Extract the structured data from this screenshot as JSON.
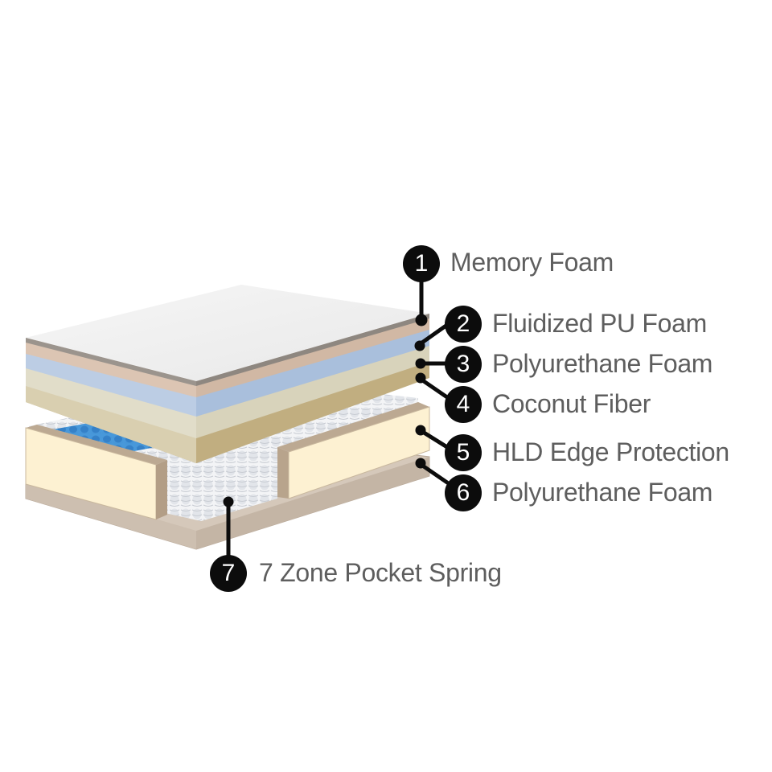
{
  "layers": [
    {
      "number": "1",
      "name": "Memory Foam"
    },
    {
      "number": "2",
      "name": "Fluidized PU Foam"
    },
    {
      "number": "3",
      "name": "Polyurethane Foam"
    },
    {
      "number": "4",
      "name": "Coconut Fiber"
    },
    {
      "number": "5",
      "name": "HLD Edge Protection"
    },
    {
      "number": "6",
      "name": "Polyurethane Foam"
    },
    {
      "number": "7",
      "name": "7 Zone Pocket Spring"
    }
  ],
  "colors": {
    "memory_foam": "#eeeeee",
    "fluidized_pu_foam": "#dcc6b4",
    "polyurethane_foam_top": "#b9cbe3",
    "coconut_fiber": "#ddd9c2",
    "edge_protection": "#fdf1d2",
    "base_foam": "#cfc1b2",
    "pocket_spring": "#f2f3f4",
    "spring_zone_accent": "#3a8fd6",
    "badge": "#0c0c0c",
    "label_text": "#5e5e5e"
  }
}
